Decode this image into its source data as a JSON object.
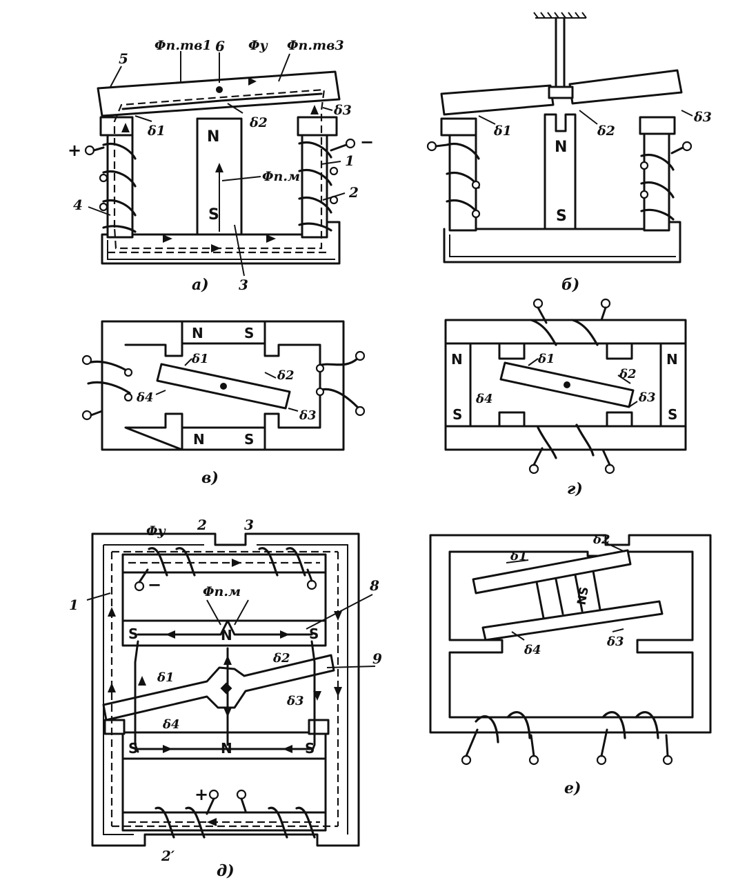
{
  "panels": {
    "a": {
      "caption": "а)",
      "labels": {
        "flux_left": "Φп.тв1",
        "flux_y": "Φу",
        "flux_right": "Φп.тв3",
        "flux_m": "Φп.м",
        "d1": "δ1",
        "d2": "δ2",
        "d3": "δ3",
        "num1": "1",
        "num2": "2",
        "num3": "3",
        "num4": "4",
        "num5": "5",
        "num6": "6",
        "plus": "+",
        "minus": "−",
        "N": "N",
        "S": "S"
      }
    },
    "b": {
      "caption": "б)",
      "labels": {
        "d1": "δ1",
        "d2": "δ2",
        "d3": "δ3",
        "N": "N",
        "S": "S"
      }
    },
    "v": {
      "caption": "в)",
      "labels": {
        "d1": "δ1",
        "d2": "δ2",
        "d3": "δ3",
        "d4": "δ4",
        "top_N": "N",
        "top_S": "S",
        "bot_N": "N",
        "bot_S": "S"
      }
    },
    "g": {
      "caption": "г)",
      "labels": {
        "d1": "δ1",
        "d2": "δ2",
        "d3": "δ3",
        "d4": "δ4",
        "left_N": "N",
        "left_S": "S",
        "right_N": "N",
        "right_S": "S"
      }
    },
    "d": {
      "caption": "д)",
      "labels": {
        "flux_y": "Φу",
        "flux_m": "Φп.м",
        "num1": "1",
        "num2": "2",
        "num2p": "2′",
        "num3": "3",
        "num8": "8",
        "num9": "9",
        "d1": "δ1",
        "d2": "δ2",
        "d3": "δ3",
        "d4": "δ4",
        "minus": "−",
        "plus": "+",
        "upper_S_left": "S",
        "upper_N": "N",
        "upper_S_right": "S",
        "lower_S_left": "S",
        "lower_N": "N",
        "lower_S_right": "S"
      }
    },
    "e": {
      "caption": "е)",
      "labels": {
        "d1": "δ1",
        "d2": "δ2",
        "d3": "δ3",
        "d4": "δ4",
        "magnet": "NS"
      }
    }
  },
  "colors": {
    "ink": "#111111",
    "paper": "#ffffff"
  }
}
